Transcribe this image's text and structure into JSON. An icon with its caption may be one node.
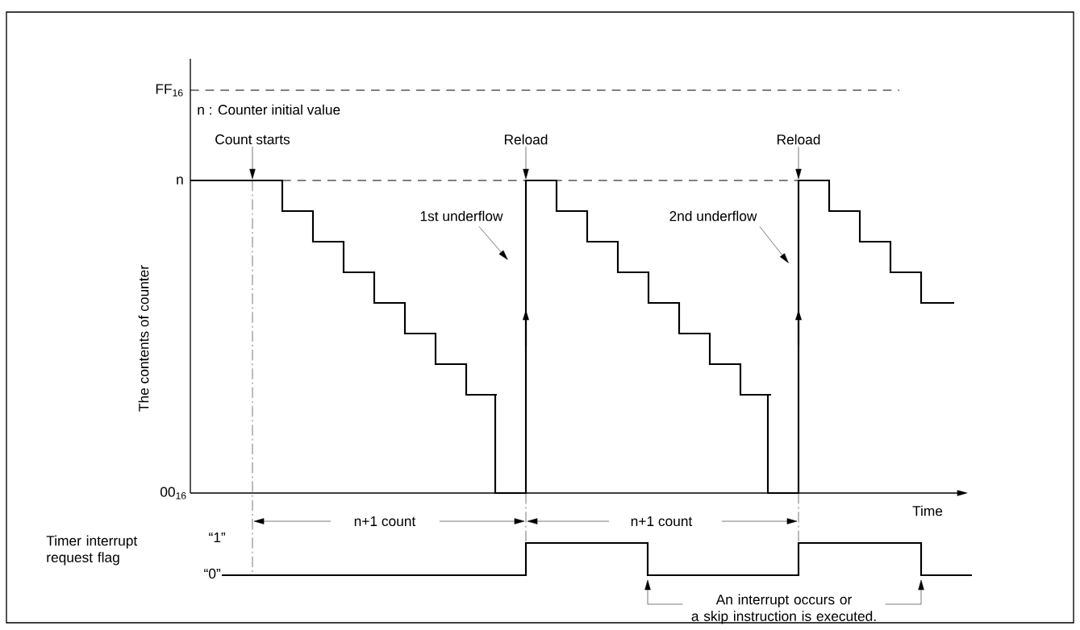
{
  "diagram": {
    "nodes": [
      {
        "text": [
          "Count starts"
        ]
      },
      {
        "text": [
          "Reload"
        ]
      },
      {
        "text": [
          "Reload"
        ]
      },
      {
        "text": [
          "1st underflow"
        ]
      },
      {
        "text": [
          "2nd underflow"
        ]
      },
      {
        "text": [
          "An interrupt occurs or a skip instruction is executed."
        ]
      },
      {
        "text": [],
        "shape": "line"
      }
    ],
    "edges": [
      {
        "from": 0,
        "to": null,
        "arrow": "to"
      },
      {
        "from": 1,
        "to": null,
        "arrow": "to"
      },
      {
        "from": 2,
        "to": null,
        "arrow": "to"
      },
      {
        "from": 3,
        "to": null,
        "arrow": "to"
      },
      {
        "from": 4,
        "to": null,
        "arrow": "to"
      },
      {
        "from": 5,
        "to": 6,
        "arrow": "to"
      },
      {
        "from": 5,
        "to": 6,
        "arrow": "to"
      }
    ],
    "labels": [
      "FF$_{16}$",
      "n : Counter initial value",
      "n",
      "00$_{16}$",
      "The contents of counter",
      "Time",
      "n+1 count",
      "n+1 count",
      "Timer interrupt request flag",
      "“1”",
      "“0”"
    ]
  }
}
